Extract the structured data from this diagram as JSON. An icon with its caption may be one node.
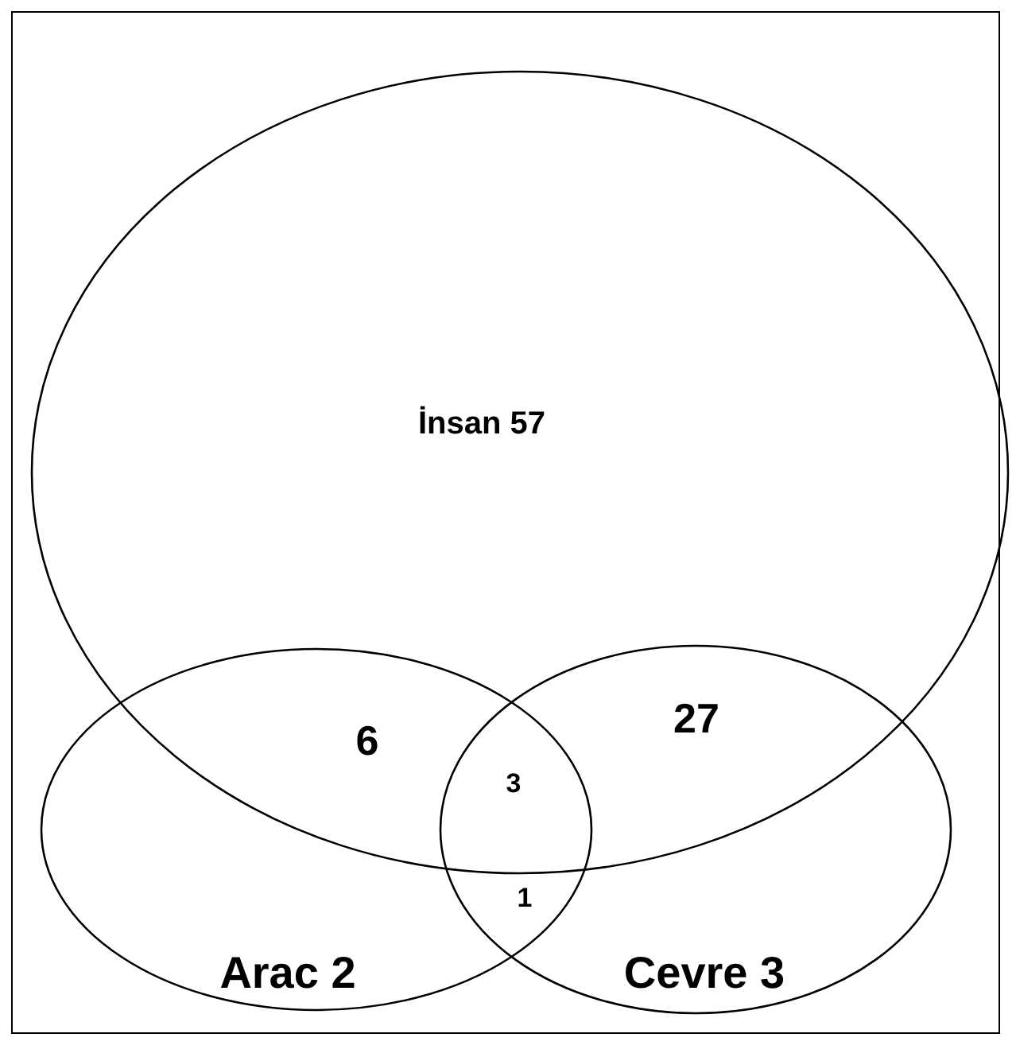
{
  "diagram": {
    "nodes": [
      {
        "text": [
          "İnsan 57"
        ]
      },
      {
        "text": [
          "Arac 2"
        ]
      },
      {
        "text": [
          "Cevre 3"
        ]
      }
    ],
    "labels": [
      "6",
      "27",
      "3",
      "1"
    ]
  }
}
